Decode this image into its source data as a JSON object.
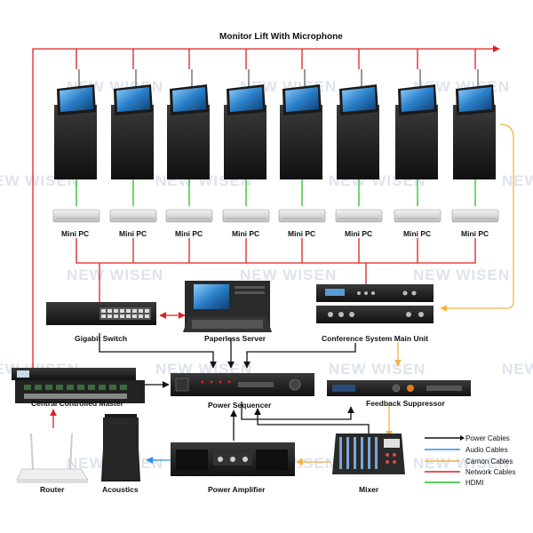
{
  "title": "Monitor Lift With Microphone",
  "watermark": "NEW WISEN",
  "mini_pc_label": "Mini PC",
  "devices": {
    "gigabit_switch": "Gigabit Switch",
    "paperless_server": "Paperless Server",
    "conference_main_unit": "Conference System Main Unit",
    "central_master": "Central Controlled Master",
    "power_sequencer": "Power Sequencer",
    "feedback_suppressor": "Feedback Suppressor",
    "router": "Router",
    "acoustics": "Acoustics",
    "power_amplifier": "Power Amplifier",
    "mixer": "Mixer"
  },
  "legend": [
    {
      "label": "Power Cables",
      "color": "#111111"
    },
    {
      "label": "Audio Cables",
      "color": "#2f8fe6"
    },
    {
      "label": "Carnon Cables",
      "color": "#f2b544"
    },
    {
      "label": "Network Cables",
      "color": "#e02020"
    },
    {
      "label": "HDMI",
      "color": "#22c022"
    }
  ],
  "colors": {
    "power": "#111111",
    "audio": "#2f8fe6",
    "cannon": "#f2b544",
    "network": "#e02020",
    "hdmi": "#22c022"
  }
}
